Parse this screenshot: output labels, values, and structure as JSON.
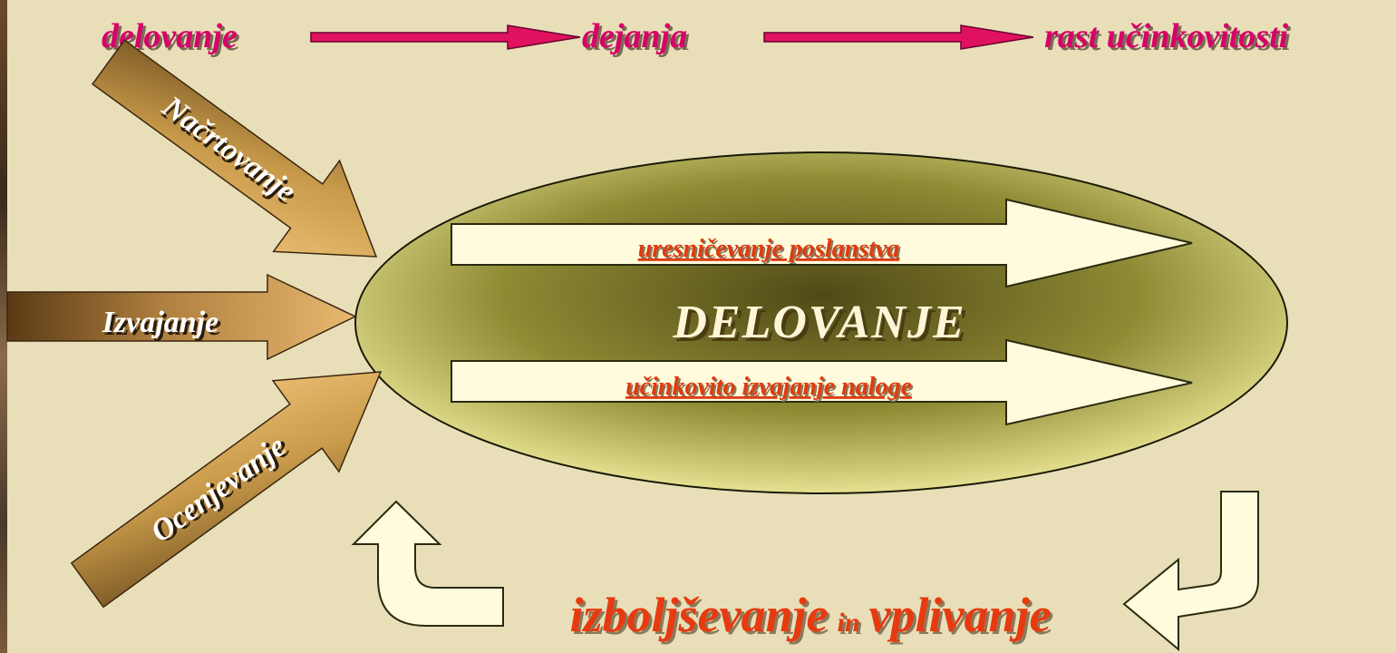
{
  "flow": {
    "step1": "delovanje",
    "step2": "dejanja",
    "step3": "rast učinkovitosti"
  },
  "inputs": {
    "planning": "Načrtovanje",
    "implementation": "Izvajanje",
    "evaluation": "Ocenjevanje"
  },
  "core": {
    "title": "DELOVANJE",
    "upper_arrow": "uresničevanje poslanstva",
    "lower_arrow": "učinkovito izvajanje naloge"
  },
  "feedback": {
    "part1": "izboljševanje",
    "connector": "in",
    "part2": "vplivanje"
  },
  "colors": {
    "background": "#e8dfb8",
    "flow_text": "#d8006a",
    "flow_arrow": "#e0125f",
    "accent_text": "#e83a10",
    "ellipse_dark": "#6e6a20",
    "ellipse_light": "#f3ef9a",
    "arrow_fill": "#fffbdc"
  }
}
